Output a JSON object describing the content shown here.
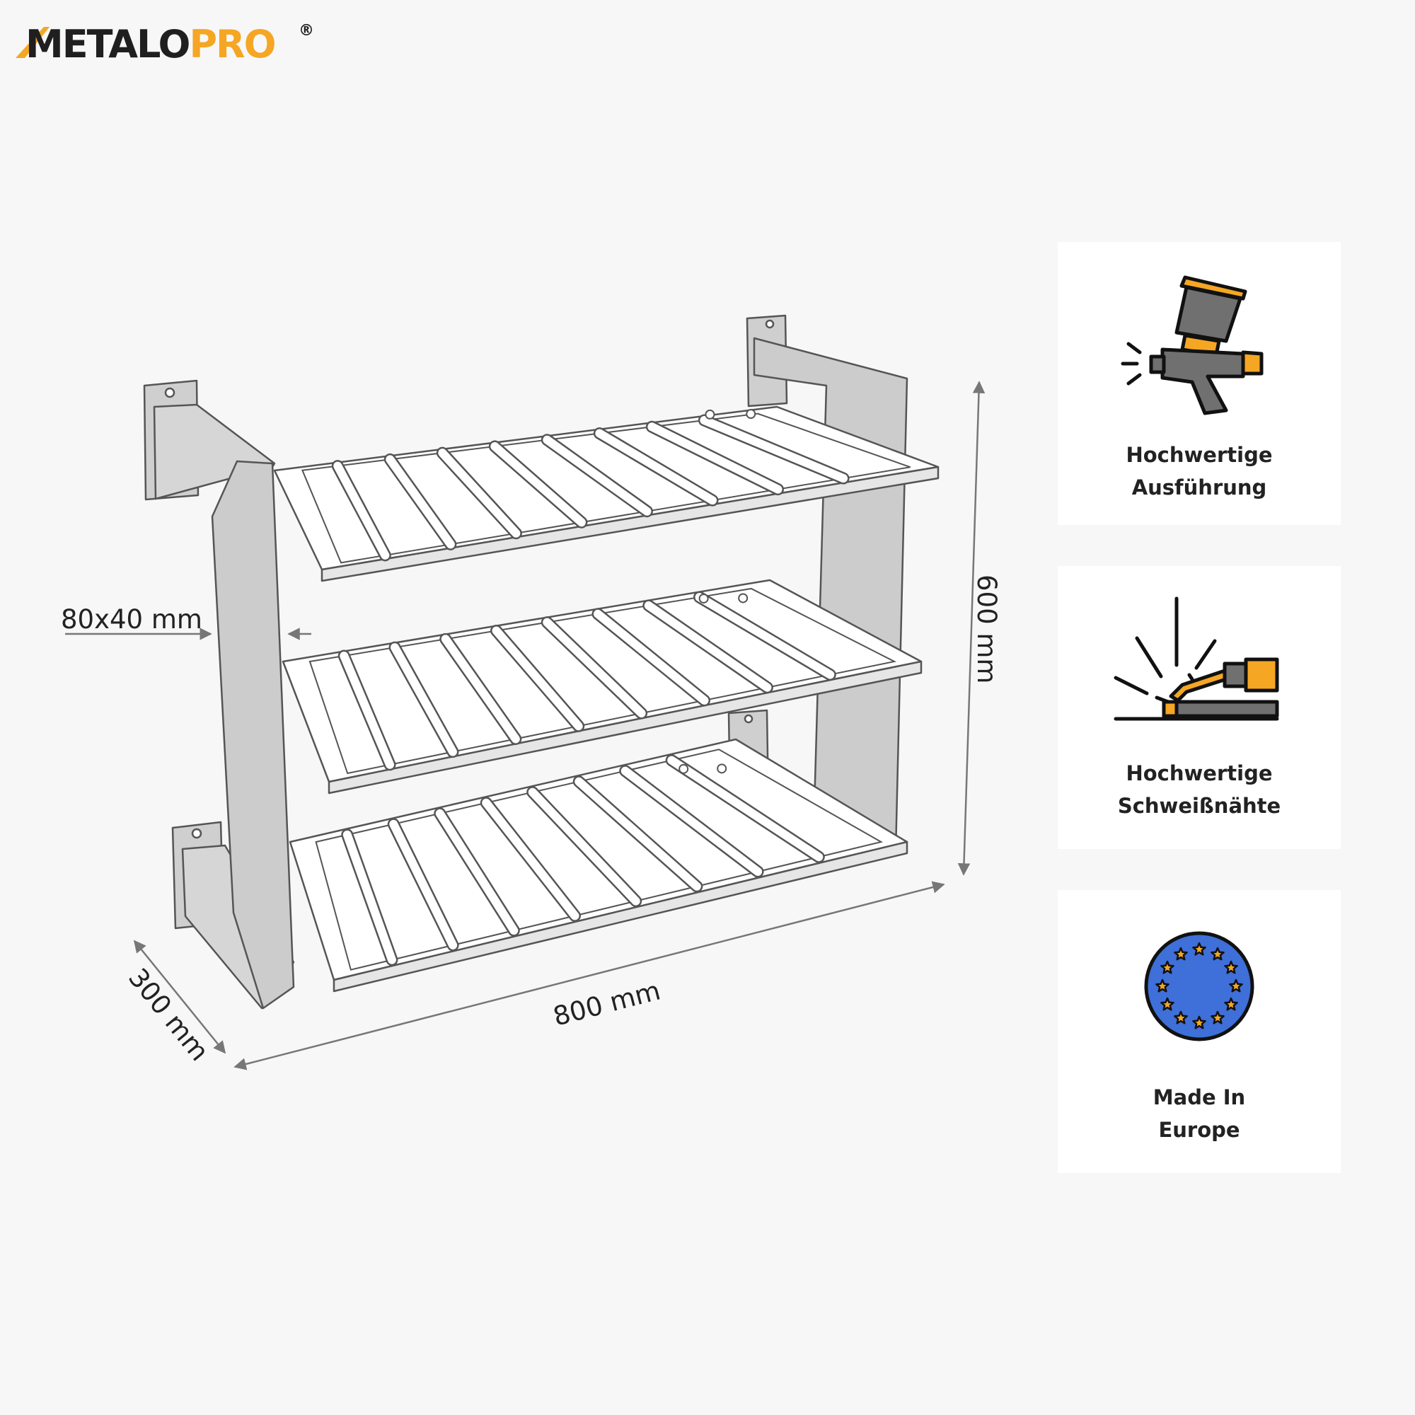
{
  "brand": {
    "name_part1": "METALO",
    "name_part2": "PRO",
    "registered": "®",
    "colors": {
      "dark": "#1f1f1f",
      "accent": "#f5a623"
    }
  },
  "dimensions": {
    "profile": "80x40 mm",
    "height": "600 mm",
    "width": "800 mm",
    "depth": "300 mm"
  },
  "features": [
    {
      "icon": "spray-gun-icon",
      "line1": "Hochwertige",
      "line2": "Ausführung"
    },
    {
      "icon": "welding-torch-icon",
      "line1": "Hochwertige",
      "line2": "Schweißnähte"
    },
    {
      "icon": "eu-flag-icon",
      "line1": "Made In",
      "line2": "Europe"
    }
  ],
  "colors": {
    "frame_fill": "#cccccc",
    "frame_stroke": "#555555",
    "shelf_fill": "#ffffff",
    "icon_gray": "#707070",
    "icon_orange": "#f5a623",
    "eu_blue": "#3f6fd8"
  }
}
